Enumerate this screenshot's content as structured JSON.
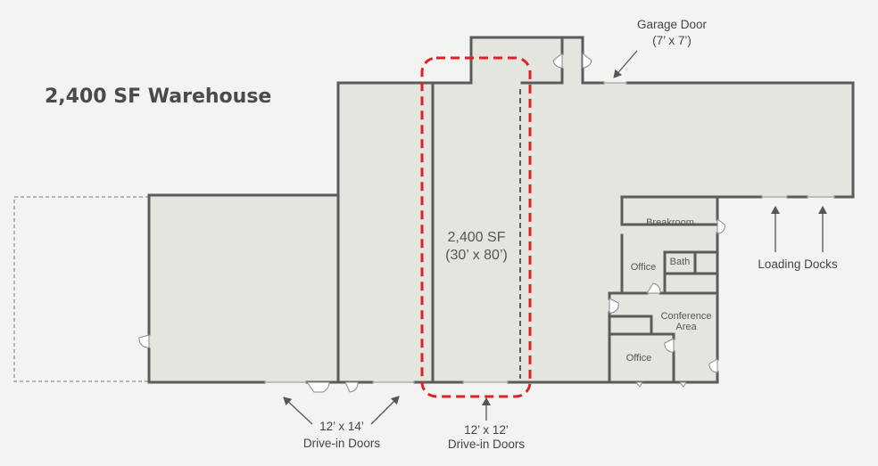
{
  "title": "2,400 SF Warehouse",
  "highlight": {
    "area": "2,400 SF",
    "dimensions": "(30’ x 80’)"
  },
  "rooms": {
    "breakroom": "Breakroom",
    "office_upper": "Office",
    "bath": "Bath",
    "conference_line1": "Conference",
    "conference_line2": "Area",
    "office_lower": "Office"
  },
  "callouts": {
    "garage_door": {
      "line1": "Garage Door",
      "line2": "(7’ x 7’)"
    },
    "loading_docks": "Loading Docks",
    "drive_in_left": {
      "line1": "12’ x 14’",
      "line2": "Drive-in Doors"
    },
    "drive_in_center": {
      "line1": "12’ x 12’",
      "line2": "Drive-in Doors"
    }
  },
  "colors": {
    "wall": "#5b5b5b",
    "floor": "#e4e5de",
    "highlight": "#e01f26",
    "background": "#f3f4f2"
  }
}
